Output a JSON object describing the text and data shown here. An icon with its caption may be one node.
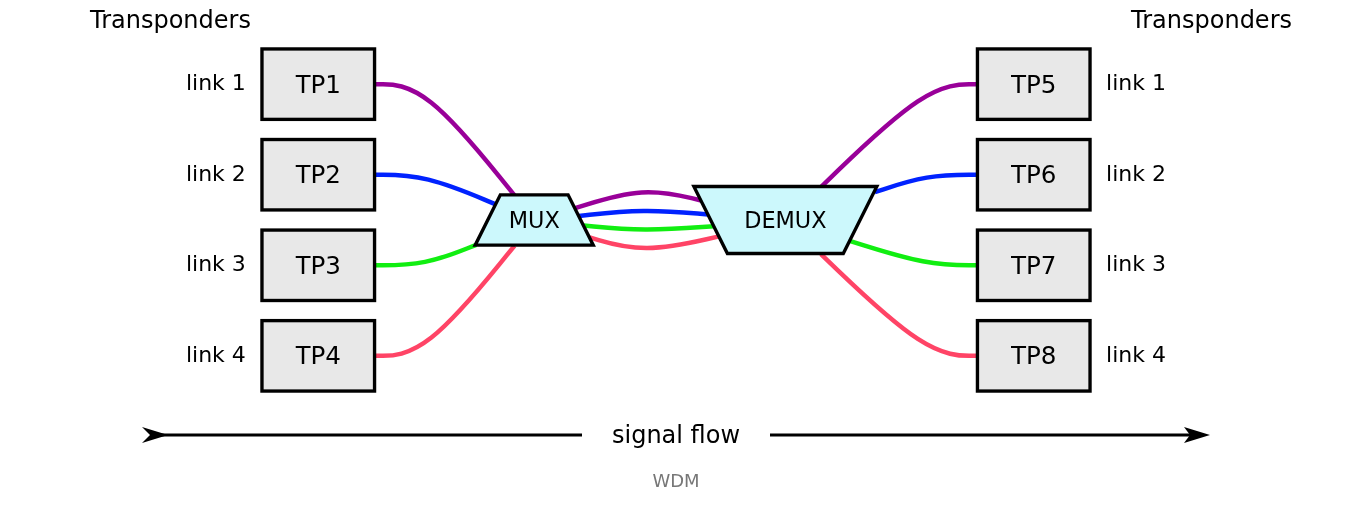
{
  "diagram": {
    "caption": "WDM",
    "nodes": [
      {
        "text": [
          "TP1"
        ],
        "beside": [
          "link 1"
        ]
      },
      {
        "text": [
          "TP2"
        ],
        "beside": [
          "link 2"
        ]
      },
      {
        "text": [
          "TP3"
        ],
        "beside": [
          "link 3"
        ]
      },
      {
        "text": [
          "TP4"
        ],
        "beside": [
          "link 4"
        ]
      },
      {
        "text": [
          "MUX"
        ]
      },
      {
        "text": [
          "DEMUX"
        ]
      },
      {
        "text": [
          "TP5"
        ],
        "beside": [
          "link 1"
        ]
      },
      {
        "text": [
          "TP6"
        ],
        "beside": [
          "link 2"
        ]
      },
      {
        "text": [
          "TP7"
        ],
        "beside": [
          "link 3"
        ]
      },
      {
        "text": [
          "TP8"
        ],
        "beside": [
          "link 4"
        ]
      }
    ],
    "edges": [
      {
        "from": 0,
        "to": 4,
        "arrow": "none",
        "color": "#990099"
      },
      {
        "from": 1,
        "to": 4,
        "arrow": "none",
        "color": "#0022ff"
      },
      {
        "from": 2,
        "to": 4,
        "arrow": "none",
        "color": "#11ee11"
      },
      {
        "from": 3,
        "to": 4,
        "arrow": "none",
        "color": "#ff4466"
      },
      {
        "from": 4,
        "to": 5,
        "arrow": "none",
        "color": "#990099"
      },
      {
        "from": 4,
        "to": 5,
        "arrow": "none",
        "color": "#0022ff"
      },
      {
        "from": 4,
        "to": 5,
        "arrow": "none",
        "color": "#11ee11"
      },
      {
        "from": 4,
        "to": 5,
        "arrow": "none",
        "color": "#ff4466"
      },
      {
        "from": 5,
        "to": 6,
        "arrow": "none",
        "color": "#990099"
      },
      {
        "from": 5,
        "to": 7,
        "arrow": "none",
        "color": "#0022ff"
      },
      {
        "from": 5,
        "to": 8,
        "arrow": "none",
        "color": "#11ee11"
      },
      {
        "from": 5,
        "to": 9,
        "arrow": "none",
        "color": "#ff4466"
      }
    ],
    "labels": [
      "Transponders",
      "Transponders",
      "signal flow"
    ]
  }
}
